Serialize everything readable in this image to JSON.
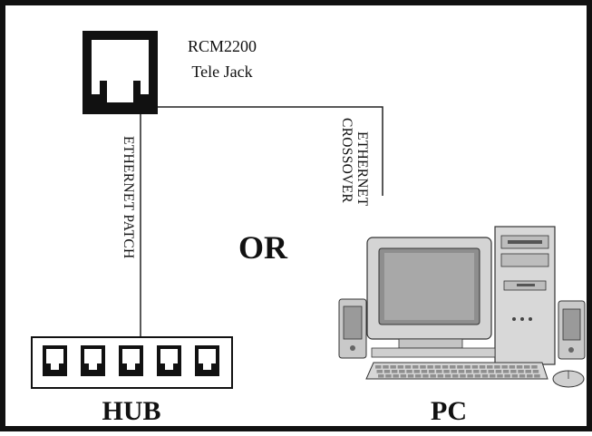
{
  "jack": {
    "model": "RCM2200",
    "name": "Tele Jack"
  },
  "cables": {
    "patch": "ETHERNET PATCH",
    "crossover_line1": "ETHERNET",
    "crossover_line2": "CROSSOVER"
  },
  "separator": "OR",
  "hub": {
    "label": "HUB",
    "port_count": 5
  },
  "pc": {
    "label": "PC"
  },
  "icons": [
    "rj45-jack-icon",
    "hub-icon",
    "computer-icon"
  ]
}
